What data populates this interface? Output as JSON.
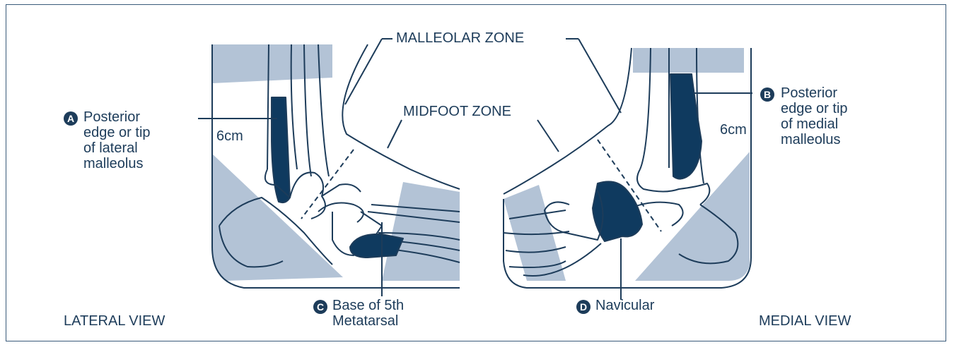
{
  "labels": {
    "malleolar_zone": "MALLEOLAR ZONE",
    "midfoot_zone": "MIDFOOT ZONE",
    "lateral_view": "LATERAL VIEW",
    "medial_view": "MEDIAL VIEW",
    "distance_left": "6cm",
    "distance_right": "6cm"
  },
  "callouts": [
    {
      "letter": "A",
      "lines": [
        "Posterior",
        "edge or tip",
        "of lateral",
        "malleolus"
      ]
    },
    {
      "letter": "B",
      "lines": [
        "Posterior",
        "edge or tip",
        "of medial",
        "malleolus"
      ]
    },
    {
      "letter": "C",
      "lines": [
        "Base of 5th",
        "Metatarsal"
      ]
    },
    {
      "letter": "D",
      "lines": [
        "Navicular"
      ]
    }
  ],
  "colors": {
    "dark_navy": "#0f3a5f",
    "shaded_zone": "#b3c3d6",
    "outline": "#1d3c5a",
    "frame": "#3a5a7a"
  }
}
